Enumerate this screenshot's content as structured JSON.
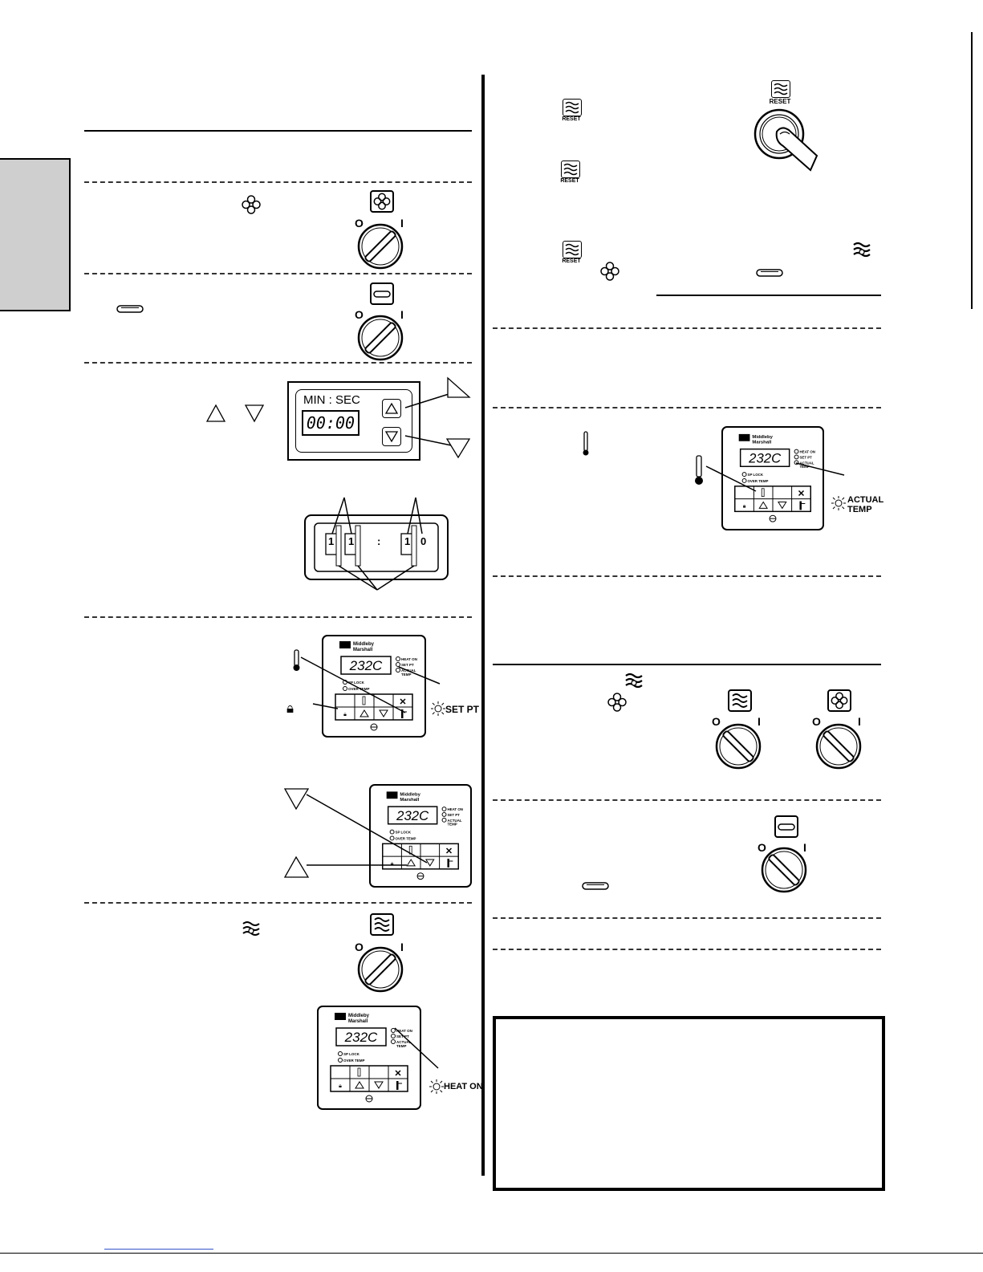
{
  "labels": {
    "knob_off": "O",
    "knob_on": "I",
    "reset": "RESET",
    "timer_title": "MIN : SEC",
    "timer_display": "00:00",
    "set_display_digits": [
      "1",
      "1",
      ":",
      "1",
      "0"
    ],
    "brand_line1": "Middleby",
    "brand_line2": "Marshall",
    "temp_display": "232C",
    "leds": [
      "HEAT ON",
      "SET PT",
      "ACTUAL TEMP"
    ],
    "leds2": [
      "SP LOCK",
      "OVER TEMP"
    ],
    "callout_set_pt": "SET PT",
    "callout_actual_line1": "ACTUAL",
    "callout_actual_line2": "TEMP",
    "callout_heat_on": "HEAT ON"
  }
}
